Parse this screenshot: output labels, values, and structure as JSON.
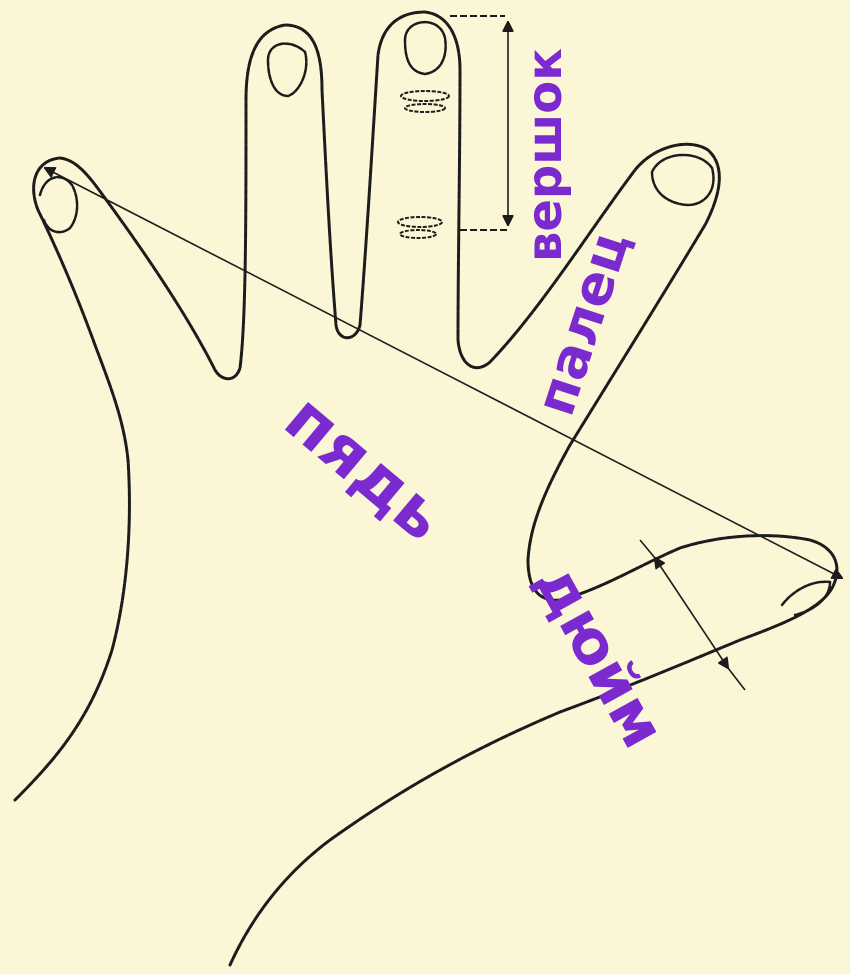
{
  "diagram": {
    "labels": {
      "vershok": "вершок",
      "palets": "палец",
      "pyad": "пядь",
      "dyuim": "дюйм"
    },
    "colors": {
      "background": "#fbf6d6",
      "label_text": "#7b2ad0",
      "outline": "#1c1c1c"
    }
  }
}
